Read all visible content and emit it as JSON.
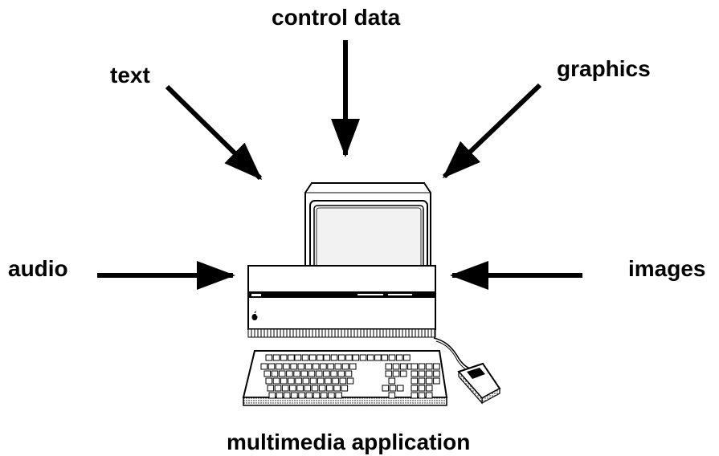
{
  "labels": {
    "top": "control data",
    "top_left": "text",
    "top_right": "graphics",
    "left": "audio",
    "right": "images",
    "bottom": "multimedia application"
  },
  "icons": [
    "arrow-icon",
    "computer-monitor-icon",
    "computer-base-icon",
    "keyboard-icon",
    "mouse-icon",
    "apple-logo-icon"
  ],
  "colors": {
    "ink": "#000000",
    "background": "#ffffff",
    "screen": "#f2f2f2"
  }
}
